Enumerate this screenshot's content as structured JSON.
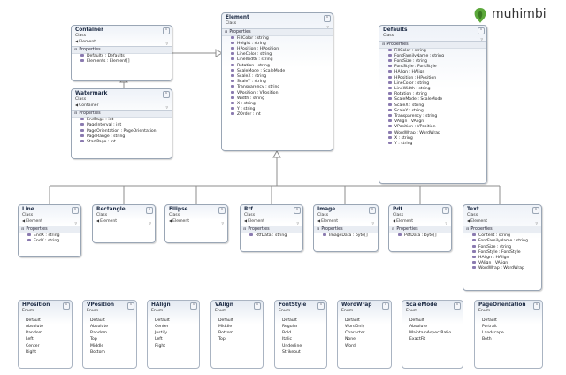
{
  "brand": {
    "name": "muhimbi"
  },
  "colors": {
    "line": "#8c8c8c",
    "box_border": "#9aa6b5",
    "logo_green": "#5ba83a",
    "logo_dark": "#3a7a22"
  },
  "icons": {
    "expand": "chevron-icon",
    "filter": "funnel-icon",
    "base": "inherit-arrow-icon",
    "property": "property-icon",
    "section": "collapse-icon"
  },
  "labels": {
    "properties": "Properties",
    "class": "Class",
    "enum": "Enum"
  },
  "classes": {
    "container": {
      "name": "Container",
      "stereotype": "Class",
      "base": "Element",
      "properties": [
        "Defaults : Defaults",
        "Elements : Element[]"
      ]
    },
    "watermark": {
      "name": "Watermark",
      "stereotype": "Class",
      "base": "Container",
      "properties": [
        "EndPage : int",
        "PageInterval : int",
        "PageOrientation : PageOrientation",
        "PageRange : string",
        "StartPage : int"
      ]
    },
    "element": {
      "name": "Element",
      "stereotype": "Class",
      "properties": [
        "FillColor : string",
        "Height : string",
        "HPosition : HPosition",
        "LineColor : string",
        "LineWidth : string",
        "Rotation : string",
        "ScaleMode : ScaleMode",
        "ScaleX : string",
        "ScaleY : string",
        "Transparency : string",
        "VPosition : VPosition",
        "Width : string",
        "X : string",
        "Y : string",
        "ZOrder : int"
      ]
    },
    "defaults": {
      "name": "Defaults",
      "stereotype": "Class",
      "properties": [
        "FillColor : string",
        "FontFamilyName : string",
        "FontSize : string",
        "FontStyle : FontStyle",
        "HAlign : HAlign",
        "HPosition : HPosition",
        "LineColor : string",
        "LineWidth : string",
        "Rotation : string",
        "ScaleMode : ScaleMode",
        "ScaleX : string",
        "ScaleY : string",
        "Transparency : string",
        "VAlign : VAlign",
        "VPosition : VPosition",
        "WordWrap : WordWrap",
        "X : string",
        "Y : string"
      ]
    },
    "line": {
      "name": "Line",
      "stereotype": "Class",
      "base": "Element",
      "properties": [
        "EndX : string",
        "EndY : string"
      ]
    },
    "rectangle": {
      "name": "Rectangle",
      "stereotype": "Class",
      "base": "Element"
    },
    "ellipse": {
      "name": "Ellipse",
      "stereotype": "Class",
      "base": "Element"
    },
    "rtf": {
      "name": "Rtf",
      "stereotype": "Class",
      "base": "Element",
      "properties": [
        "RtfData : string"
      ]
    },
    "image": {
      "name": "Image",
      "stereotype": "Class",
      "base": "Element",
      "properties": [
        "ImageData : byte[]"
      ]
    },
    "pdf": {
      "name": "Pdf",
      "stereotype": "Class",
      "base": "Element",
      "properties": [
        "PdfData : byte[]"
      ]
    },
    "text": {
      "name": "Text",
      "stereotype": "Class",
      "base": "Element",
      "properties": [
        "Content : string",
        "FontFamilyName : string",
        "FontSize : string",
        "FontStyle : FontStyle",
        "HAlign : HAlign",
        "VAlign : VAlign",
        "WordWrap : WordWrap"
      ]
    }
  },
  "enums": [
    {
      "name": "HPosition",
      "stereotype": "Enum",
      "values": [
        "Default",
        "Absolute",
        "Random",
        "Left",
        "Center",
        "Right"
      ]
    },
    {
      "name": "VPosition",
      "stereotype": "Enum",
      "values": [
        "Default",
        "Absolute",
        "Random",
        "Top",
        "Middle",
        "Bottom"
      ]
    },
    {
      "name": "HAlign",
      "stereotype": "Enum",
      "values": [
        "Default",
        "Center",
        "Justify",
        "Left",
        "Right"
      ]
    },
    {
      "name": "VAlign",
      "stereotype": "Enum",
      "values": [
        "Default",
        "Middle",
        "Bottom",
        "Top"
      ]
    },
    {
      "name": "FontStyle",
      "stereotype": "Enum",
      "values": [
        "Default",
        "Regular",
        "Bold",
        "Italic",
        "Underline",
        "Strikeout"
      ]
    },
    {
      "name": "WordWrap",
      "stereotype": "Enum",
      "values": [
        "Default",
        "WordOnly",
        "Character",
        "None",
        "Word"
      ]
    },
    {
      "name": "ScaleMode",
      "stereotype": "Enum",
      "values": [
        "Default",
        "Absolute",
        "MaintainAspectRatio",
        "ExactFit"
      ]
    },
    {
      "name": "PageOrientation",
      "stereotype": "Enum",
      "values": [
        "Default",
        "Portrait",
        "Landscape",
        "Both"
      ]
    }
  ]
}
